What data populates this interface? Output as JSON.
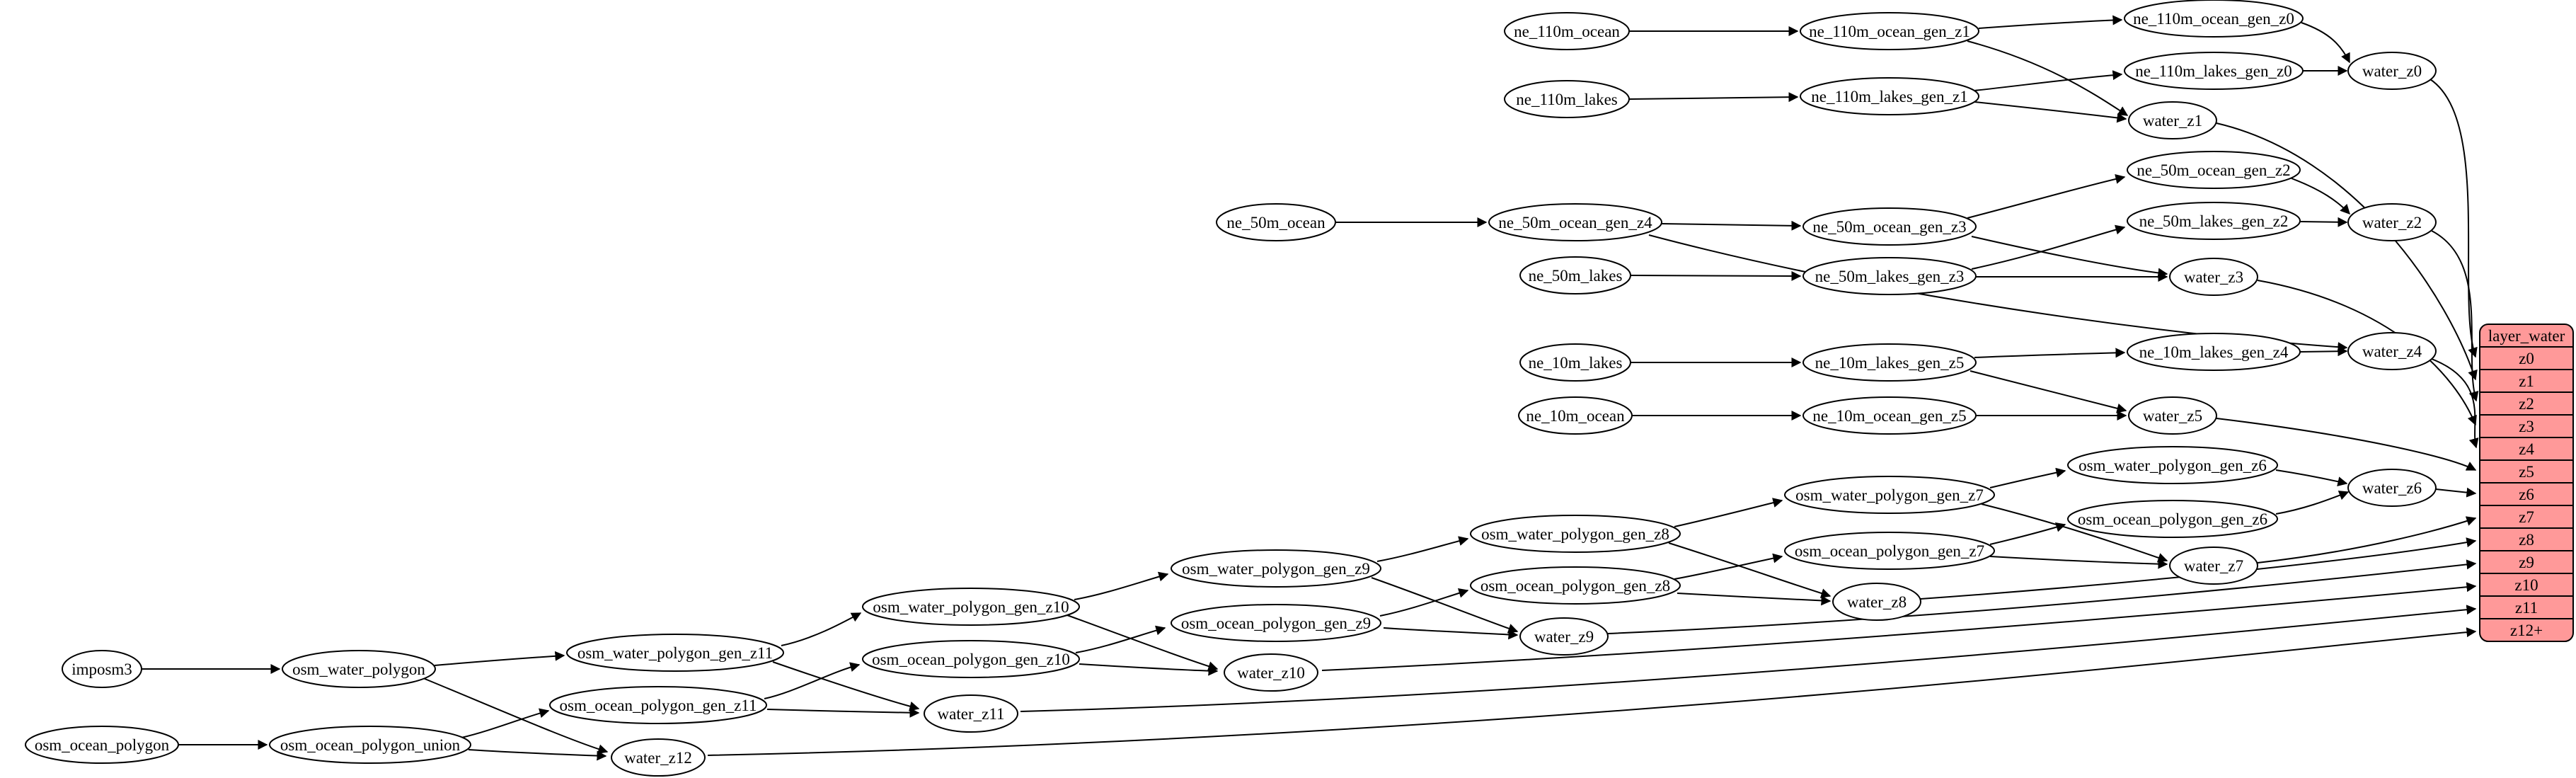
{
  "diagram": {
    "type": "etl-dependency-graph",
    "background": "#ffffff",
    "stroke_color": "#000000",
    "node_fill": "#ffffff",
    "record_fill": "#ff9999"
  },
  "nodes": {
    "ne_110m_ocean": "ne_110m_ocean",
    "ne_110m_ocean_gen_z1": "ne_110m_ocean_gen_z1",
    "ne_110m_ocean_gen_z0": "ne_110m_ocean_gen_z0",
    "ne_110m_lakes": "ne_110m_lakes",
    "ne_110m_lakes_gen_z1": "ne_110m_lakes_gen_z1",
    "ne_110m_lakes_gen_z0": "ne_110m_lakes_gen_z0",
    "water_z0": "water_z0",
    "water_z1": "water_z1",
    "ne_50m_ocean": "ne_50m_ocean",
    "ne_50m_ocean_gen_z4": "ne_50m_ocean_gen_z4",
    "ne_50m_ocean_gen_z3": "ne_50m_ocean_gen_z3",
    "ne_50m_ocean_gen_z2": "ne_50m_ocean_gen_z2",
    "ne_50m_lakes": "ne_50m_lakes",
    "ne_50m_lakes_gen_z3": "ne_50m_lakes_gen_z3",
    "ne_50m_lakes_gen_z2": "ne_50m_lakes_gen_z2",
    "water_z2": "water_z2",
    "water_z3": "water_z3",
    "ne_10m_lakes": "ne_10m_lakes",
    "ne_10m_lakes_gen_z5": "ne_10m_lakes_gen_z5",
    "ne_10m_lakes_gen_z4": "ne_10m_lakes_gen_z4",
    "ne_10m_ocean": "ne_10m_ocean",
    "ne_10m_ocean_gen_z5": "ne_10m_ocean_gen_z5",
    "water_z4": "water_z4",
    "water_z5": "water_z5",
    "osm_water_polygon_gen_z6": "osm_water_polygon_gen_z6",
    "osm_water_polygon_gen_z7": "osm_water_polygon_gen_z7",
    "osm_water_polygon_gen_z8": "osm_water_polygon_gen_z8",
    "osm_water_polygon_gen_z9": "osm_water_polygon_gen_z9",
    "osm_water_polygon_gen_z10": "osm_water_polygon_gen_z10",
    "osm_water_polygon_gen_z11": "osm_water_polygon_gen_z11",
    "osm_ocean_polygon_gen_z6": "osm_ocean_polygon_gen_z6",
    "osm_ocean_polygon_gen_z7": "osm_ocean_polygon_gen_z7",
    "osm_ocean_polygon_gen_z8": "osm_ocean_polygon_gen_z8",
    "osm_ocean_polygon_gen_z9": "osm_ocean_polygon_gen_z9",
    "osm_ocean_polygon_gen_z10": "osm_ocean_polygon_gen_z10",
    "osm_ocean_polygon_gen_z11": "osm_ocean_polygon_gen_z11",
    "water_z6": "water_z6",
    "water_z7": "water_z7",
    "water_z8": "water_z8",
    "water_z9": "water_z9",
    "water_z10": "water_z10",
    "water_z11": "water_z11",
    "water_z12": "water_z12",
    "imposm3": "imposm3",
    "osm_water_polygon": "osm_water_polygon",
    "osm_ocean_polygon": "osm_ocean_polygon",
    "osm_ocean_polygon_union": "osm_ocean_polygon_union"
  },
  "layer_water": {
    "title": "layer_water",
    "rows": [
      "z0",
      "z1",
      "z2",
      "z3",
      "z4",
      "z5",
      "z6",
      "z7",
      "z8",
      "z9",
      "z10",
      "z11",
      "z12+"
    ]
  },
  "edges": [
    "ne_110m_ocean -> ne_110m_ocean_gen_z1",
    "ne_110m_ocean_gen_z1 -> ne_110m_ocean_gen_z0",
    "ne_110m_ocean_gen_z1 -> water_z1",
    "ne_110m_ocean_gen_z0 -> water_z0",
    "ne_110m_lakes -> ne_110m_lakes_gen_z1",
    "ne_110m_lakes_gen_z1 -> ne_110m_lakes_gen_z0",
    "ne_110m_lakes_gen_z1 -> water_z1",
    "ne_110m_lakes_gen_z0 -> water_z0",
    "water_z0 -> layer_water:z0",
    "water_z1 -> layer_water:z1",
    "ne_50m_ocean -> ne_50m_ocean_gen_z4",
    "ne_50m_ocean_gen_z4 -> ne_50m_ocean_gen_z3",
    "ne_50m_ocean_gen_z4 -> water_z4",
    "ne_50m_ocean_gen_z3 -> ne_50m_ocean_gen_z2",
    "ne_50m_ocean_gen_z3 -> water_z3",
    "ne_50m_ocean_gen_z2 -> water_z2",
    "ne_50m_lakes -> ne_50m_lakes_gen_z3",
    "ne_50m_lakes_gen_z3 -> ne_50m_lakes_gen_z2",
    "ne_50m_lakes_gen_z3 -> water_z3",
    "ne_50m_lakes_gen_z2 -> water_z2",
    "water_z2 -> layer_water:z2",
    "water_z3 -> layer_water:z3",
    "ne_10m_lakes -> ne_10m_lakes_gen_z5",
    "ne_10m_lakes_gen_z5 -> ne_10m_lakes_gen_z4",
    "ne_10m_lakes_gen_z5 -> water_z5",
    "ne_10m_lakes_gen_z4 -> water_z4",
    "ne_10m_ocean -> ne_10m_ocean_gen_z5",
    "ne_10m_ocean_gen_z5 -> water_z5",
    "water_z4 -> layer_water:z4",
    "water_z5 -> layer_water:z5",
    "imposm3 -> osm_water_polygon",
    "osm_water_polygon -> osm_water_polygon_gen_z11",
    "osm_water_polygon -> water_z12",
    "osm_water_polygon_gen_z11 -> osm_water_polygon_gen_z10",
    "osm_water_polygon_gen_z11 -> water_z11",
    "osm_water_polygon_gen_z10 -> osm_water_polygon_gen_z9",
    "osm_water_polygon_gen_z10 -> water_z10",
    "osm_water_polygon_gen_z9 -> osm_water_polygon_gen_z8",
    "osm_water_polygon_gen_z9 -> water_z9",
    "osm_water_polygon_gen_z8 -> osm_water_polygon_gen_z7",
    "osm_water_polygon_gen_z8 -> water_z8",
    "osm_water_polygon_gen_z7 -> osm_water_polygon_gen_z6",
    "osm_water_polygon_gen_z7 -> water_z7",
    "osm_water_polygon_gen_z6 -> water_z6",
    "osm_ocean_polygon -> osm_ocean_polygon_union",
    "osm_ocean_polygon_union -> osm_ocean_polygon_gen_z11",
    "osm_ocean_polygon_union -> water_z12",
    "osm_ocean_polygon_gen_z11 -> osm_ocean_polygon_gen_z10",
    "osm_ocean_polygon_gen_z11 -> water_z11",
    "osm_ocean_polygon_gen_z10 -> osm_ocean_polygon_gen_z9",
    "osm_ocean_polygon_gen_z10 -> water_z10",
    "osm_ocean_polygon_gen_z9 -> osm_ocean_polygon_gen_z8",
    "osm_ocean_polygon_gen_z9 -> water_z9",
    "osm_ocean_polygon_gen_z8 -> osm_ocean_polygon_gen_z7",
    "osm_ocean_polygon_gen_z8 -> water_z8",
    "osm_ocean_polygon_gen_z7 -> osm_ocean_polygon_gen_z6",
    "osm_ocean_polygon_gen_z7 -> water_z7",
    "osm_ocean_polygon_gen_z6 -> water_z6",
    "water_z6 -> layer_water:z6",
    "water_z7 -> layer_water:z7",
    "water_z8 -> layer_water:z8",
    "water_z9 -> layer_water:z9",
    "water_z10 -> layer_water:z10",
    "water_z11 -> layer_water:z11",
    "water_z12 -> layer_water:z12+"
  ]
}
